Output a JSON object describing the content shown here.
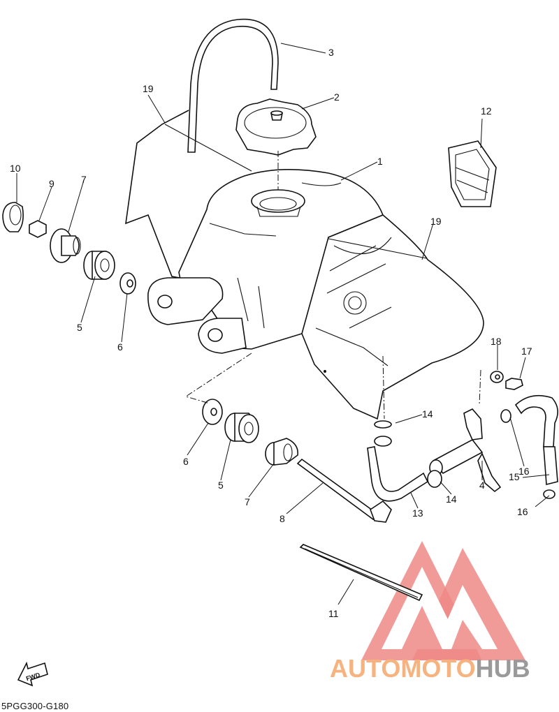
{
  "diagram": {
    "document_code": "5PGG300-G180",
    "fwd_arrow_label": "FWD",
    "watermark": {
      "text_part1": "AUTOMOTO",
      "text_part2": "HUB",
      "color_part1": "#f6b37f",
      "color_part2": "#9a9a9a",
      "logo_color": "#ef8a86"
    },
    "callouts": {
      "c1": "1",
      "c2": "2",
      "c3": "3",
      "c4": "4",
      "c5a": "5",
      "c5b": "5",
      "c6a": "6",
      "c6b": "6",
      "c7a": "7",
      "c7b": "7",
      "c8": "8",
      "c9": "9",
      "c10": "10",
      "c11": "11",
      "c12": "12",
      "c13": "13",
      "c14a": "14",
      "c14b": "14",
      "c15": "15",
      "c16a": "16",
      "c16b": "16",
      "c17": "17",
      "c18": "18",
      "c19a": "19",
      "c19b": "19"
    }
  }
}
